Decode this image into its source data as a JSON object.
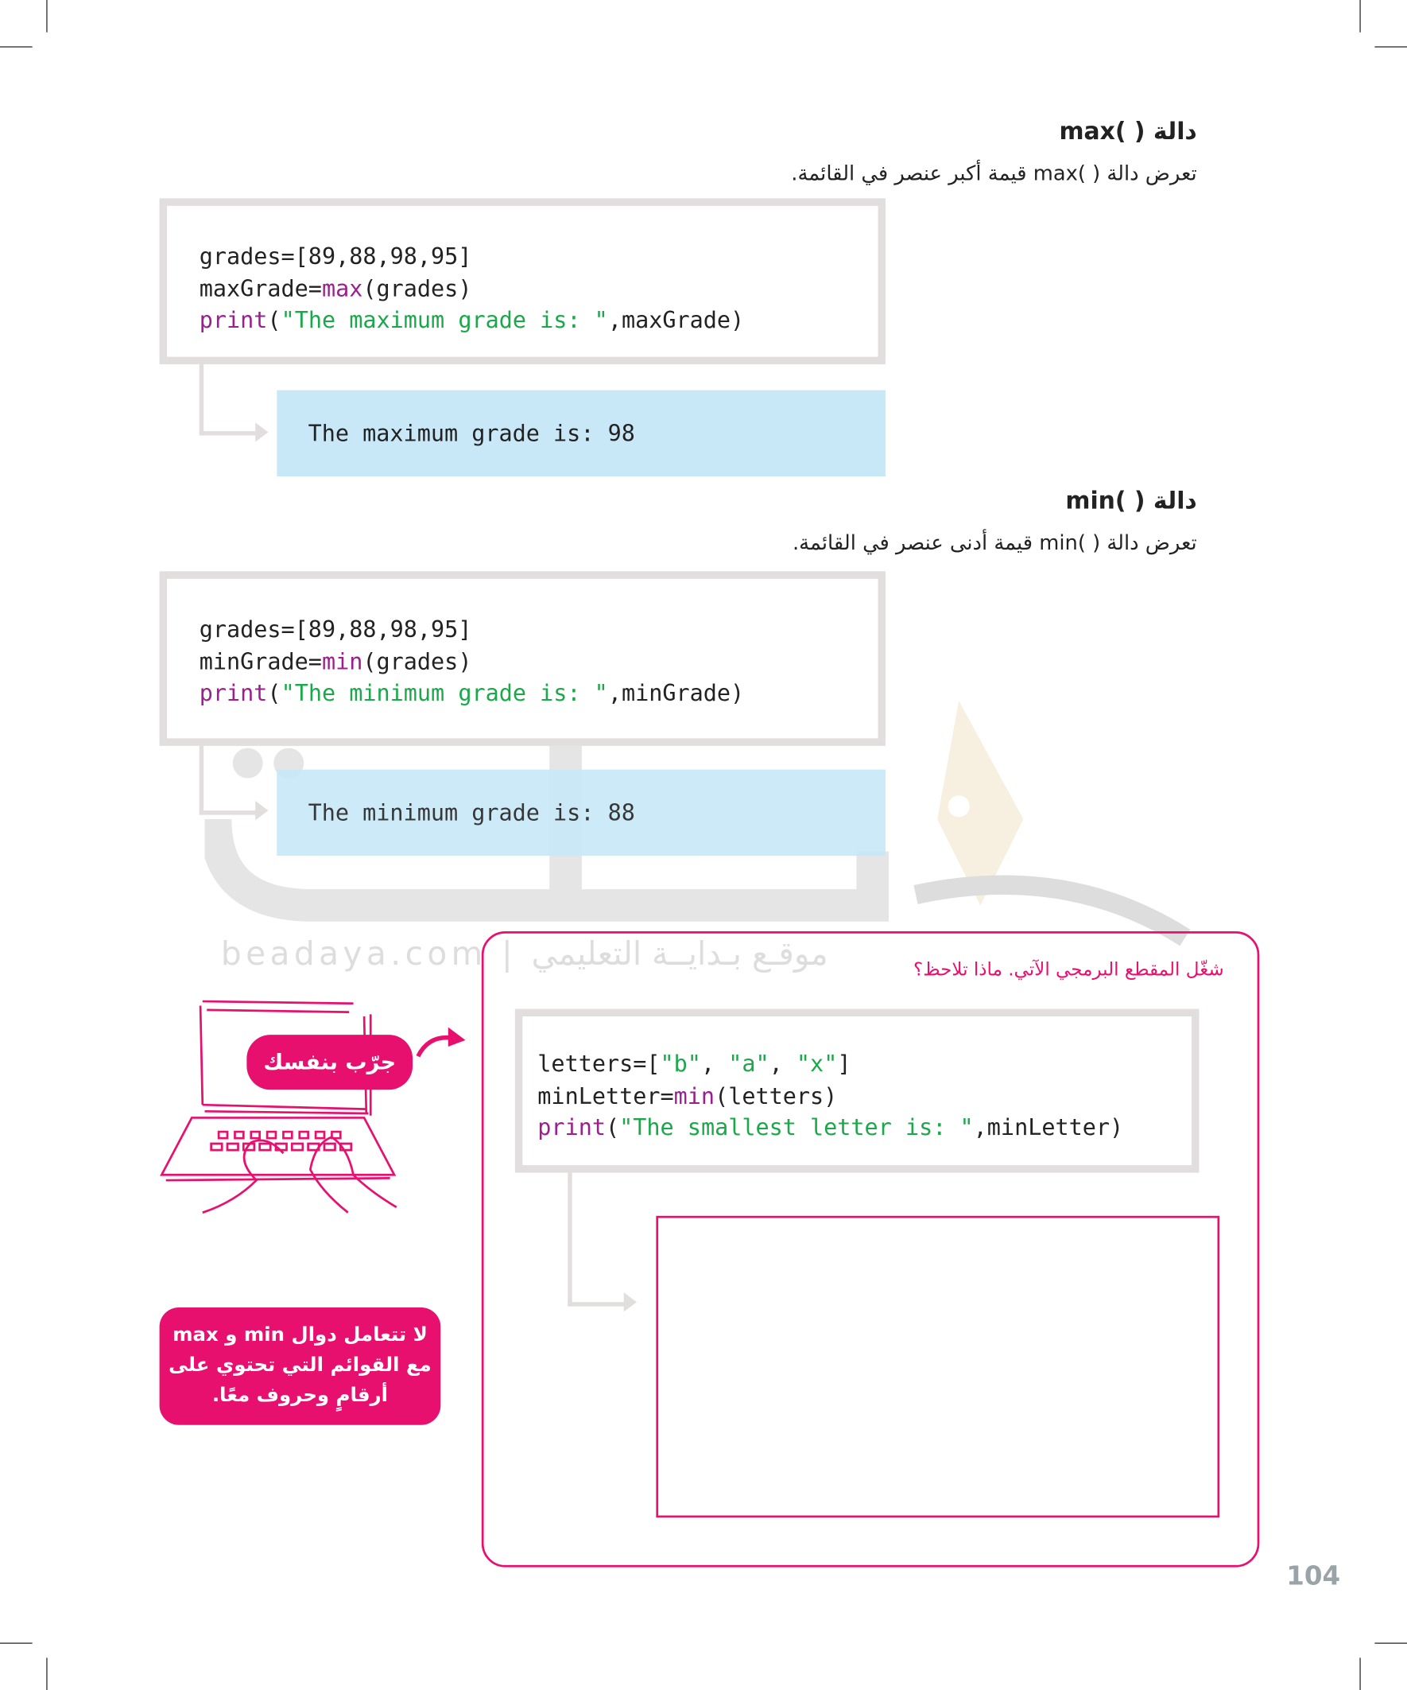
{
  "max_section": {
    "heading": "دالة ( )max",
    "description": "تعرض دالة ( )max قيمة أكبر عنصر في القائمة.",
    "code": [
      "grades=[89,88,98,95]",
      "maxGrade=",
      "max",
      "(grades)",
      "print",
      "(",
      "\"The maximum grade is: \"",
      ",maxGrade)"
    ],
    "output": "The maximum grade is: 98"
  },
  "min_section": {
    "heading": "دالة ( )min",
    "description": "تعرض دالة ( )min قيمة أدنى عنصر في القائمة.",
    "code": [
      "grades=[89,88,98,95]",
      "minGrade=",
      "min",
      "(grades)",
      "print",
      "(",
      "\"The minimum grade is: \"",
      ",minGrade)"
    ],
    "output": "The minimum grade is: 88"
  },
  "try_it": {
    "badge": "جرّب بنفسك",
    "prompt": "شغّل المقطع البرمجي الآتي. ماذا تلاحظ؟",
    "code": [
      "letters=[",
      "\"b\"",
      ", ",
      "\"a\"",
      ", ",
      "\"x\"",
      "]",
      "minLetter=",
      "min",
      "(letters)",
      "print",
      "(",
      "\"The smallest letter is: \"",
      ",minLetter)"
    ],
    "answer_placeholder": ""
  },
  "note": {
    "lines": [
      "لا تتعامل دوال min و max",
      "مع القوائم التي تحتوي على",
      "أرقامٍ وحروف معًا."
    ]
  },
  "watermark": "beadaya.com | موقـع بـدايــة التعليمي",
  "page_number": "104",
  "colors": {
    "accent": "#e8106f",
    "keyword": "#9b1f8f",
    "string": "#1aa84a",
    "output_bg": "#c8e8f8",
    "box_border": "#e2dedd"
  }
}
